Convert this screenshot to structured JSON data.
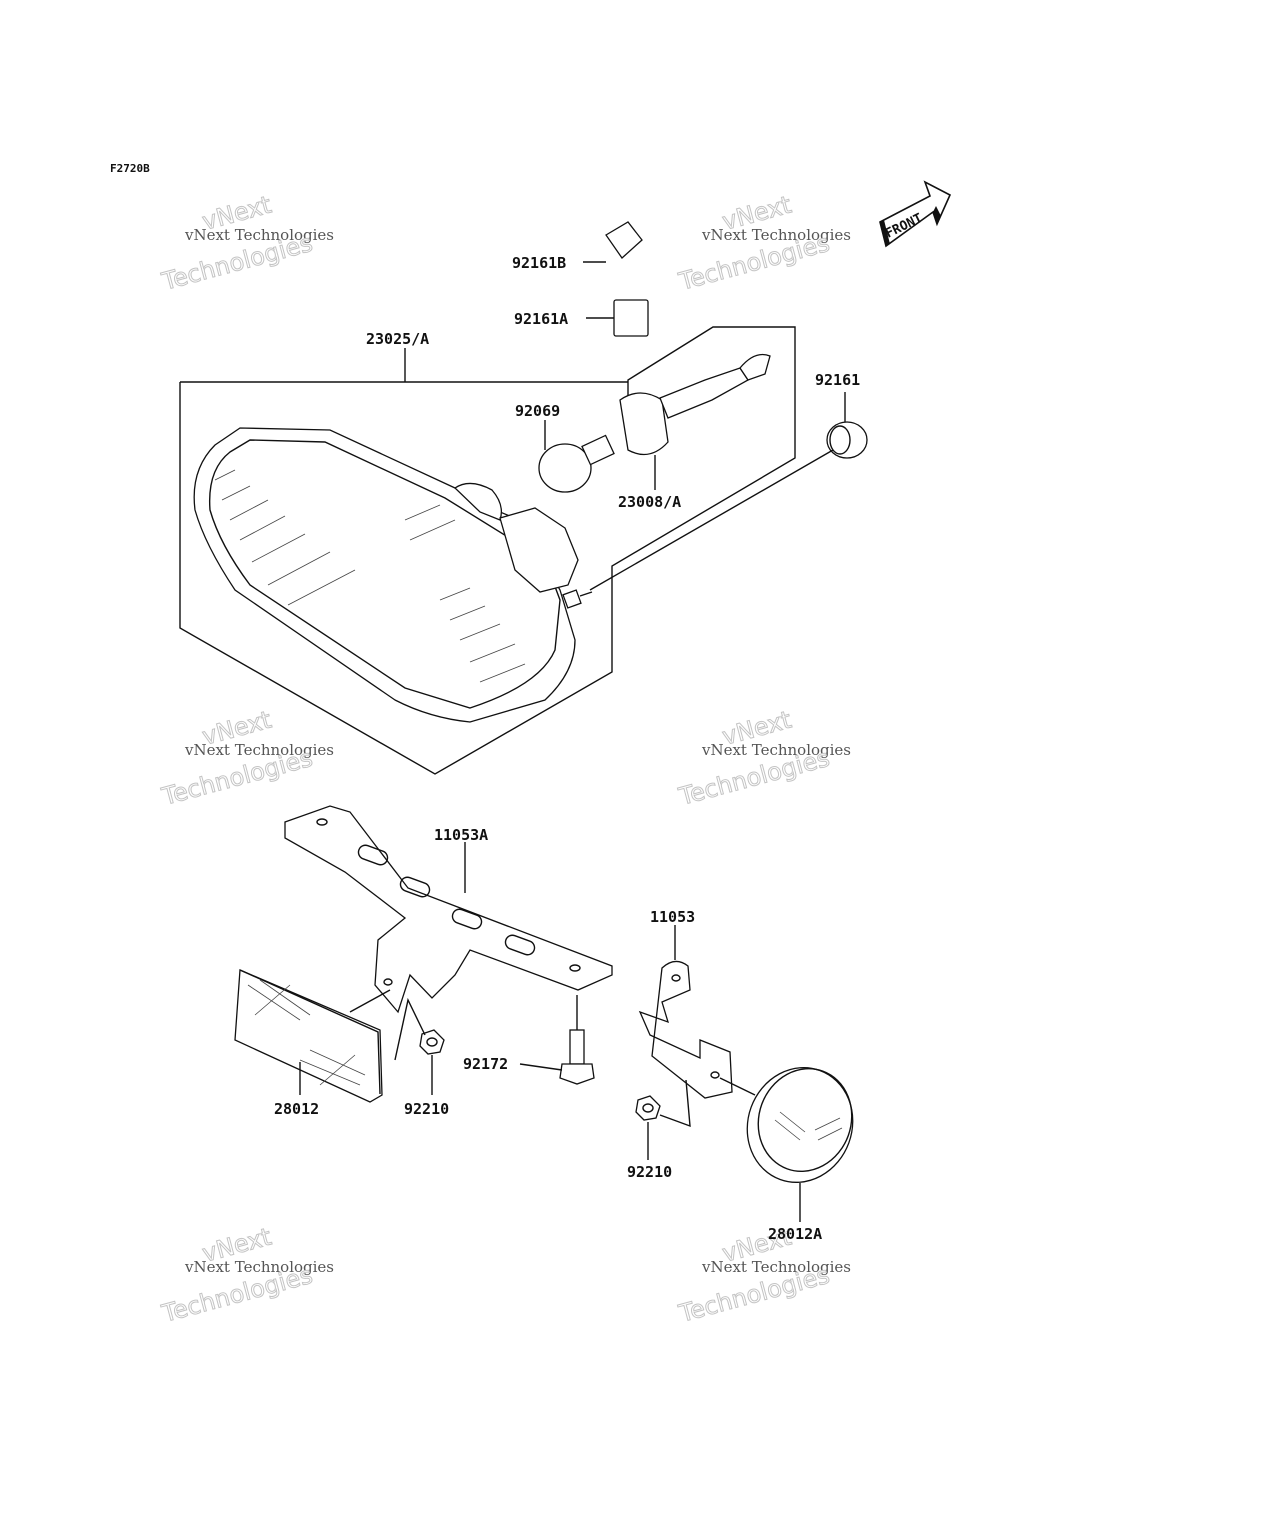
{
  "figure_code": "F2720B",
  "front_marker": "FRONT",
  "watermark": {
    "brand": "vNext",
    "line": "vNext Technologies",
    "word": "Technologies"
  },
  "parts": {
    "p_92161B": "92161B",
    "p_92161A": "92161A",
    "p_23025A": "23025/A",
    "p_92069": "92069",
    "p_92161": "92161",
    "p_23008A": "23008/A",
    "p_11053A": "11053A",
    "p_11053": "11053",
    "p_92172": "92172",
    "p_28012": "28012",
    "p_92210_left": "92210",
    "p_92210_right": "92210",
    "p_28012A": "28012A"
  }
}
